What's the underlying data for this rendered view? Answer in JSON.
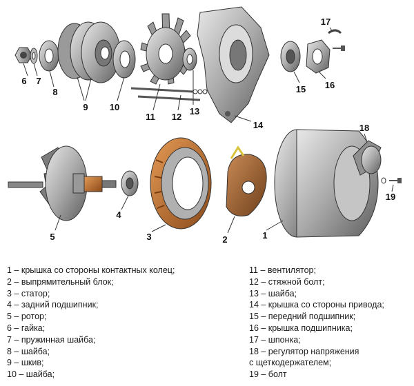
{
  "callouts": {
    "n1": "1",
    "n2": "2",
    "n3": "3",
    "n4": "4",
    "n5": "5",
    "n6": "6",
    "n7": "7",
    "n8": "8",
    "n9": "9",
    "n10": "10",
    "n11": "11",
    "n12": "12",
    "n13": "13",
    "n14": "14",
    "n15": "15",
    "n16": "16",
    "n17": "17",
    "n18": "18",
    "n19": "19"
  },
  "legend": {
    "left": [
      "1 – крышка со стороны контактных колец;",
      "2 – выпрямительный блок;",
      "3 – статор;",
      "4 – задний подшипник;",
      "5 – ротор;",
      "6 – гайка;",
      "7 – пружинная шайба;",
      "8 – шайба;",
      "9 – шкив;",
      "10 – шайба;"
    ],
    "right": [
      "11 – вентилятор;",
      "12 – стяжной болт;",
      "13 – шайба;",
      "14 – крышка со стороны привода;",
      "15 – передний подшипник;",
      "16 – крышка подшипника;",
      "17 – шпонка;",
      "18 – регулятор напряжения",
      "с щеткодержателем;",
      "19 – болт"
    ]
  }
}
